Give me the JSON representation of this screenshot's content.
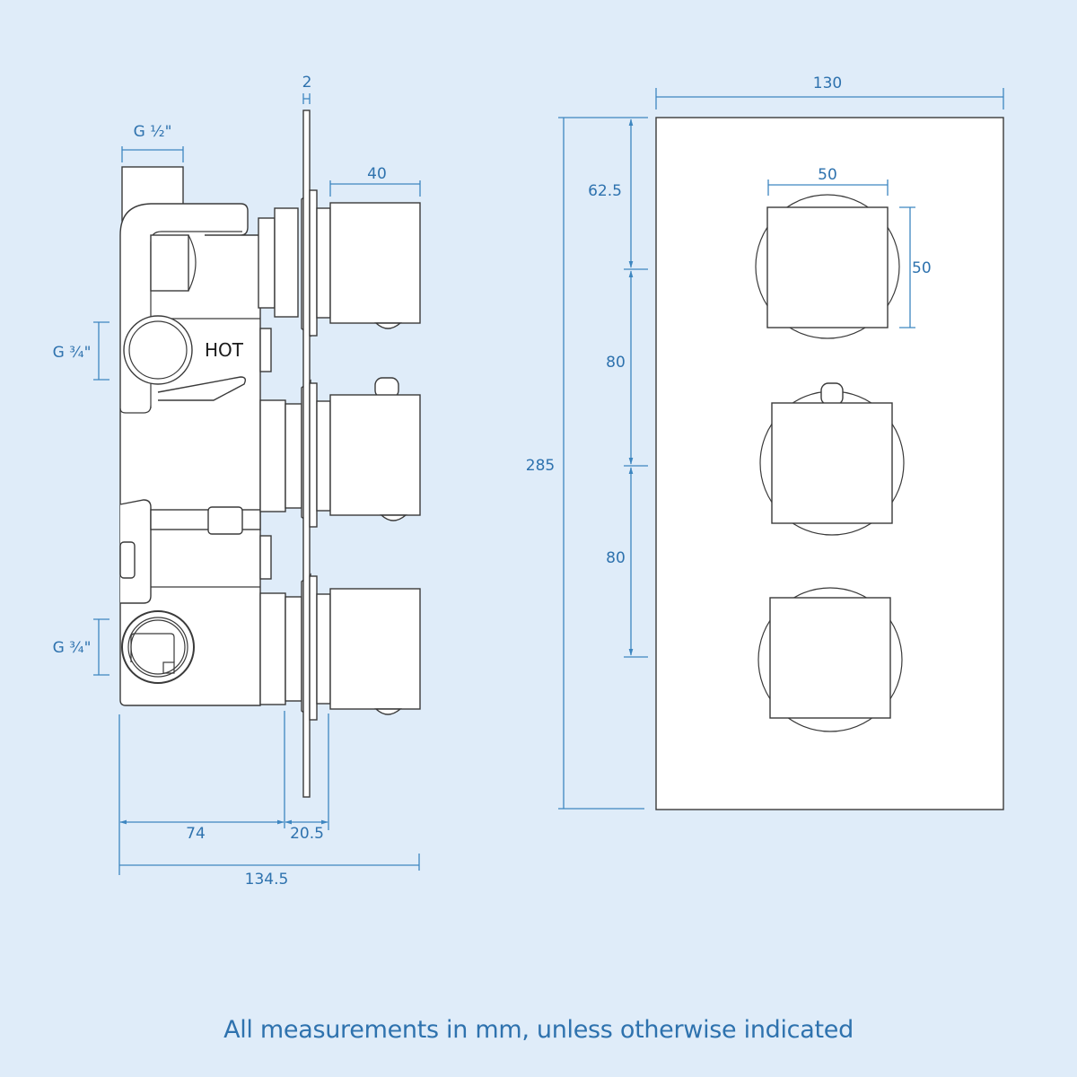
{
  "diagram": {
    "type": "technical-dimension-drawing",
    "subject": "Concealed thermostatic shower valve (triple control)",
    "units": "mm",
    "colors": {
      "background": "#dfecf9",
      "dimension": "#3d86c0",
      "dimension_text": "#2e72ae",
      "outline": "#3a3a3a",
      "fill": "#ffffff"
    }
  },
  "side_view": {
    "label_hot": "HOT",
    "dimensions": {
      "plate_thickness": "2",
      "outlet_thread": "G ½\"",
      "handle_depth": "40",
      "inlet_hot_thread": "G ¾\"",
      "inlet_cold_thread": "G ¾\"",
      "body_depth": "74",
      "plate_to_handle": "20.5",
      "overall_depth": "134.5"
    }
  },
  "front_view": {
    "dimensions": {
      "plate_width": "130",
      "plate_height": "285",
      "top_to_first_handle": "62.5",
      "handle_spacing_1": "80",
      "handle_spacing_2": "80",
      "handle_width": "50",
      "handle_height": "50"
    }
  },
  "footer": {
    "note": "All measurements in mm, unless otherwise indicated"
  }
}
